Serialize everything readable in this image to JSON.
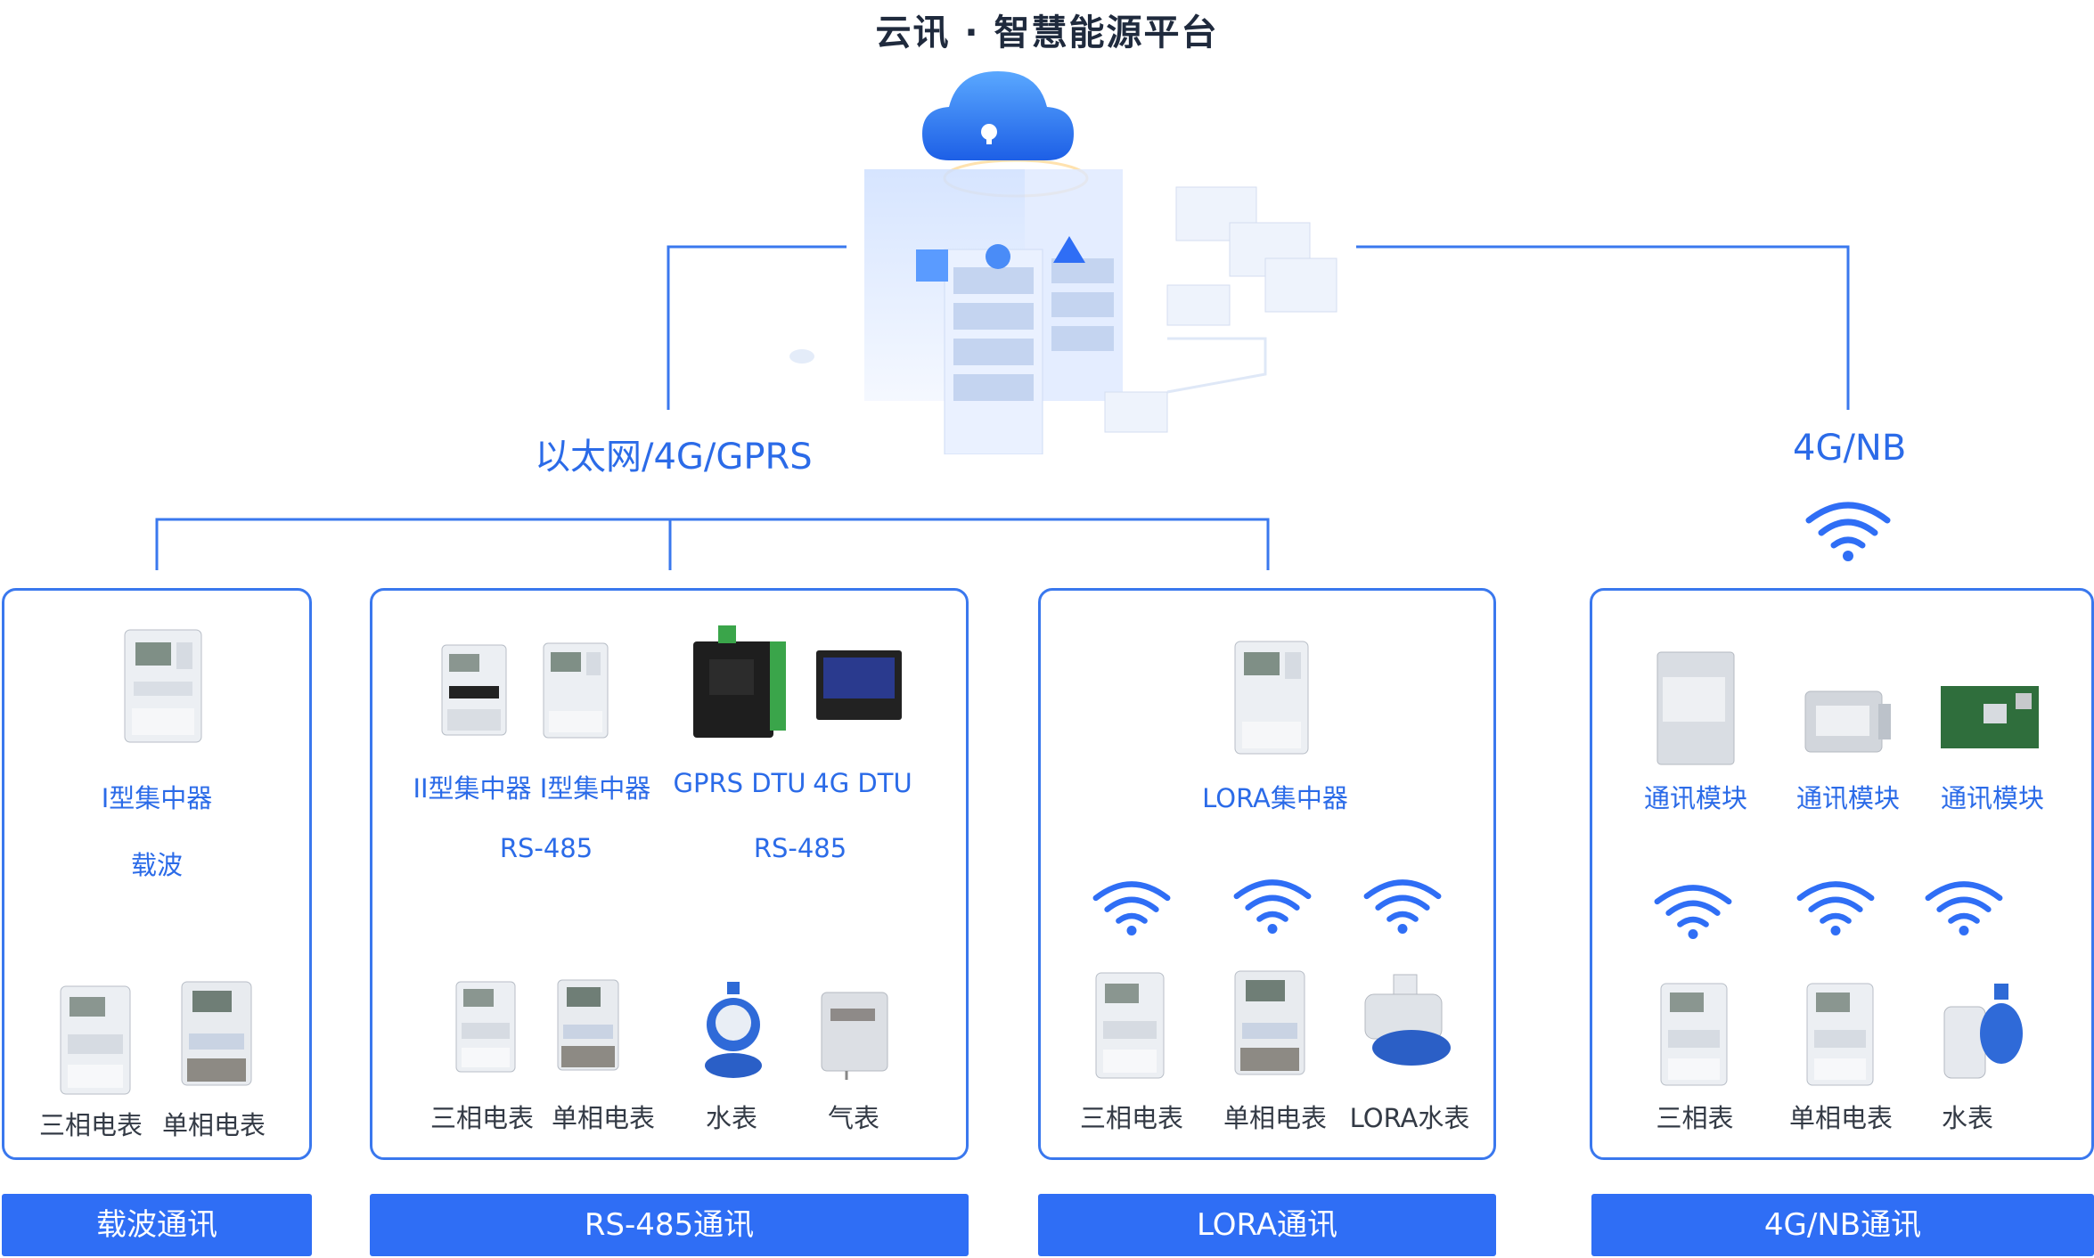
{
  "title": "云讯 · 智慧能源平台",
  "networks": {
    "left": "以太网/4G/GPRS",
    "right": "4G/NB"
  },
  "panels": {
    "carrier": {
      "concentrator": "I型集中器",
      "link": "载波",
      "meters": [
        "三相电表",
        "单相电表"
      ],
      "footer": "载波通讯"
    },
    "rs485": {
      "devices_top": [
        "II型集中器",
        "I型集中器",
        "GPRS DTU",
        "4G DTU"
      ],
      "links": [
        "RS-485",
        "RS-485"
      ],
      "meters": [
        "三相电表",
        "单相电表",
        "水表",
        "气表"
      ],
      "footer": "RS-485通讯"
    },
    "lora": {
      "concentrator": "LORA集中器",
      "meters": [
        "三相电表",
        "单相电表",
        "LORA水表"
      ],
      "footer": "LORA通讯"
    },
    "nb": {
      "modules": [
        "通讯模块",
        "通讯模块",
        "通讯模块"
      ],
      "meters": [
        "三相表",
        "单相电表",
        "水表"
      ],
      "footer": "4G/NB通讯"
    }
  },
  "colors": {
    "accent": "#2f6ef5",
    "line": "#3a78ee",
    "title": "#1f2a3d"
  },
  "icons": [
    "cloud-server-icon",
    "wifi-icon",
    "meter-icon",
    "dtu-icon",
    "module-icon",
    "water-meter-icon",
    "gas-meter-icon"
  ]
}
